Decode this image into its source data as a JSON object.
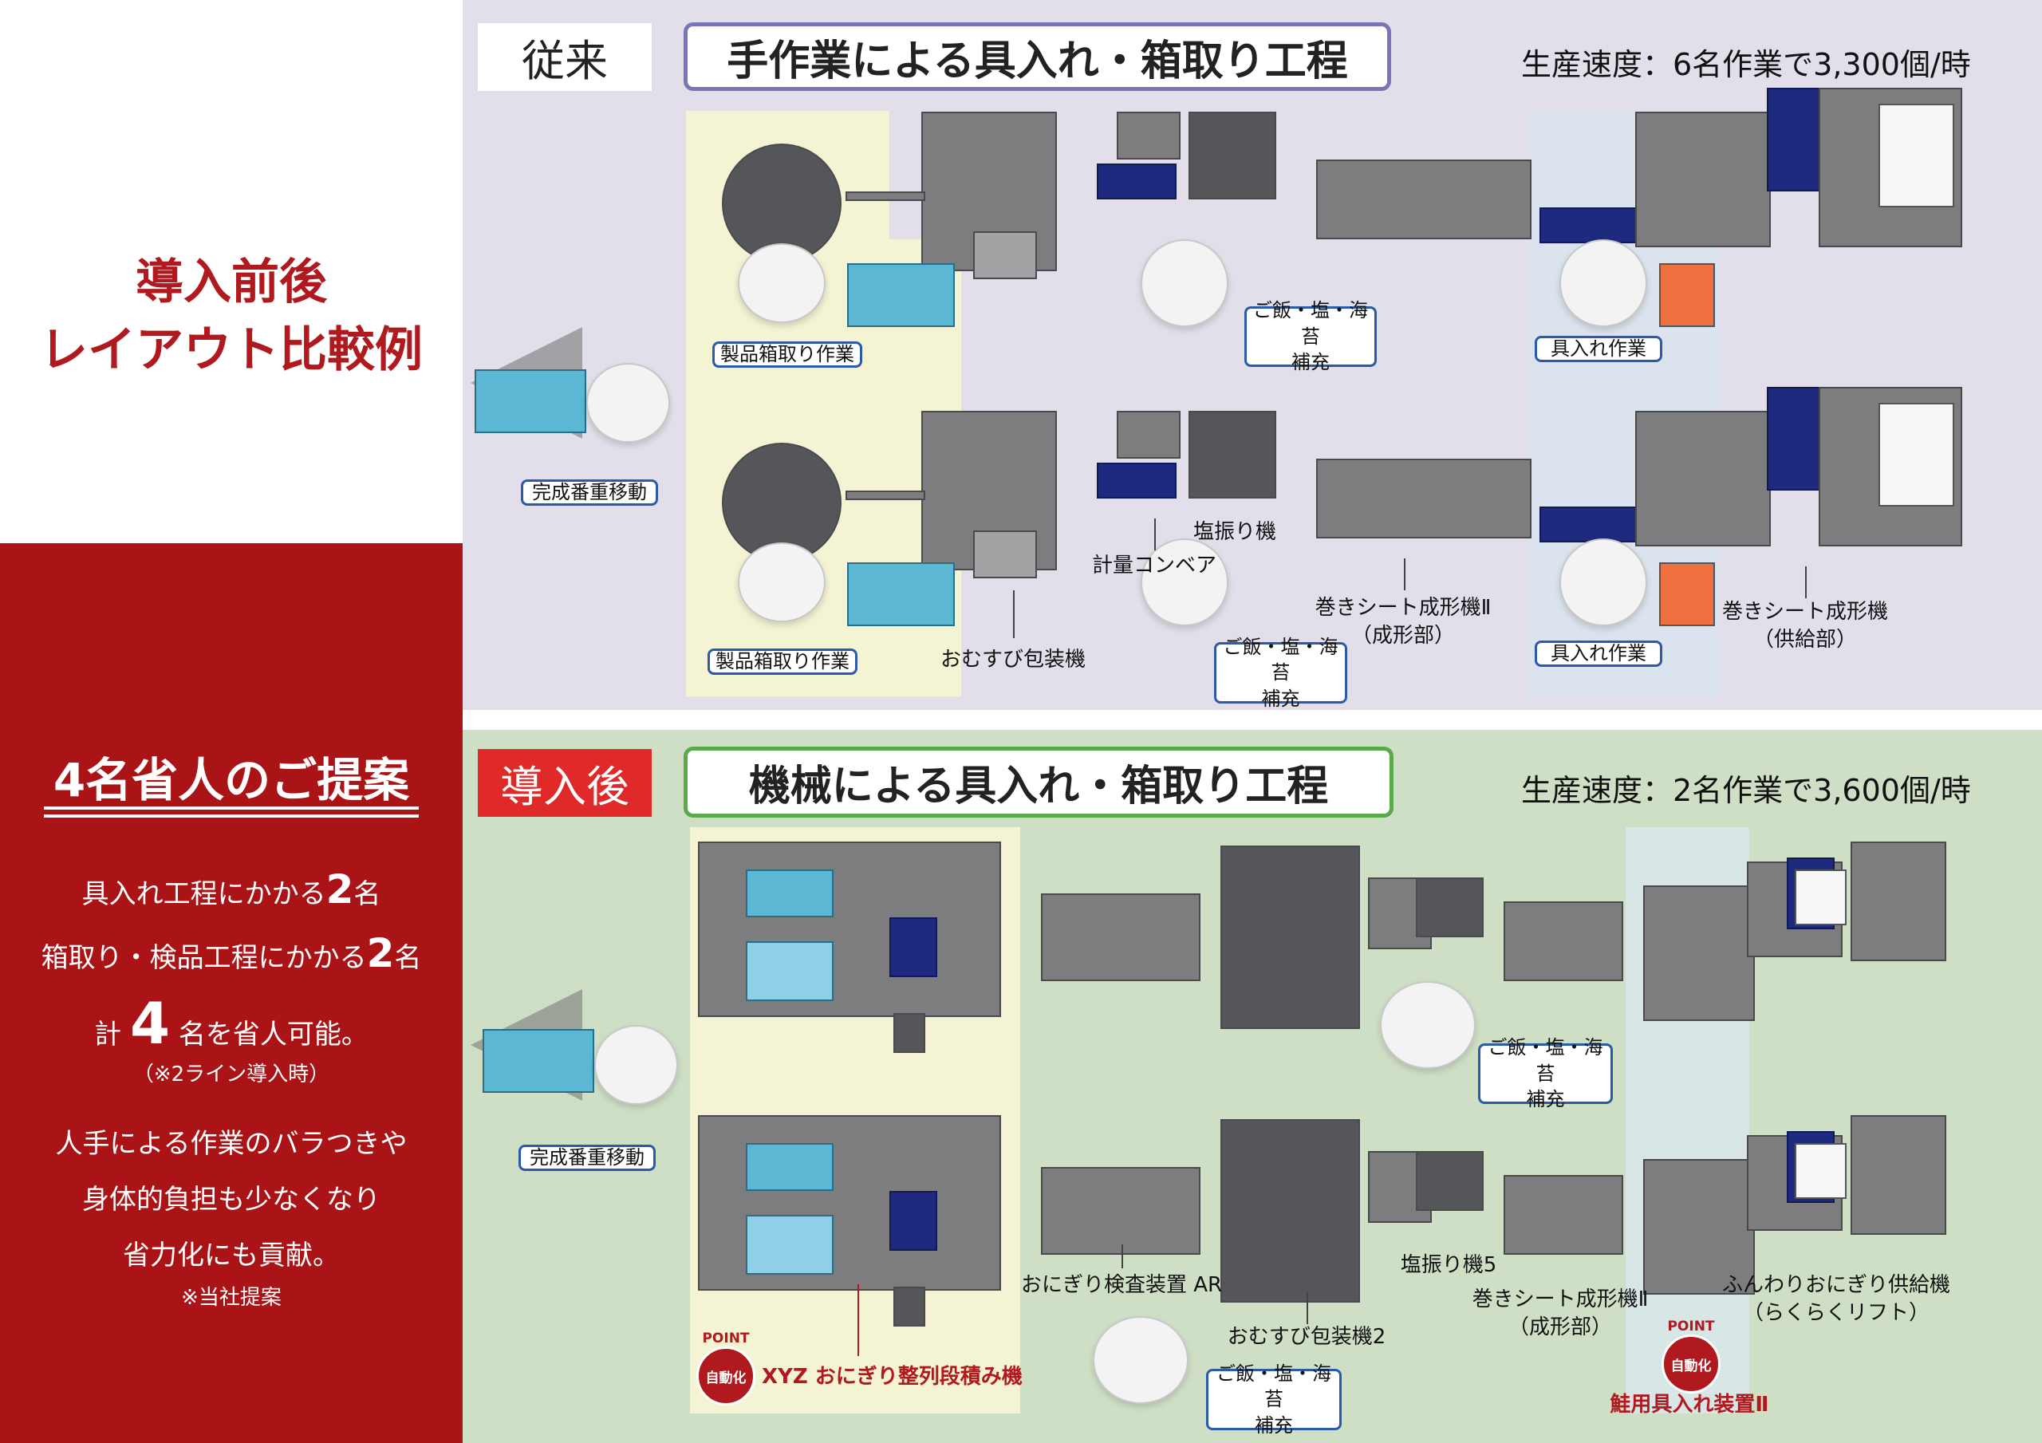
{
  "left": {
    "heading_lines": [
      "導入前後",
      "レイアウト比較例"
    ],
    "proposal_title": "4名省人のご提案",
    "line1_pre": "具入れ工程にかかる",
    "line1_num": "2",
    "line1_post": "名",
    "line2_pre": "箱取り・検品工程にかかる",
    "line2_num": "2",
    "line2_post": "名",
    "line3_pre": "計",
    "line3_num": "4",
    "line3_post": "名を省人可能。",
    "note1": "（※2ライン導入時）",
    "body_lines": [
      "人手による作業のバラつきや",
      "身体的負担も少なくなり",
      "省力化にも貢献。"
    ],
    "note2": "※当社提案"
  },
  "before": {
    "tag": "従来",
    "title": "手作業による具入れ・箱取り工程",
    "speed": "生産速度：6名作業で3,300個/時",
    "labels": {
      "boxing1": "製品箱取り作業",
      "boxing2": "製品箱取り作業",
      "move": "完成番重移動",
      "refill1_a": "ご飯・塩・海苔",
      "refill1_b": "補充",
      "refill2_a": "ご飯・塩・海苔",
      "refill2_b": "補充",
      "filling1": "具入れ作業",
      "filling2": "具入れ作業",
      "wrapper": "おむすび包装機",
      "conveyor": "計量コンベア",
      "salter": "塩振り機",
      "sheet_former_a": "巻きシート成形機Ⅱ",
      "sheet_former_b": "（成形部）",
      "sheet_supply_a": "巻きシート成形機",
      "sheet_supply_b": "（供給部）"
    }
  },
  "after": {
    "tag": "導入後",
    "title": "機械による具入れ・箱取り工程",
    "speed": "生産速度：2名作業で3,600個/時",
    "labels": {
      "move": "完成番重移動",
      "refill1_a": "ご飯・塩・海苔",
      "refill1_b": "補充",
      "refill2_a": "ご飯・塩・海苔",
      "refill2_b": "補充",
      "inspector": "おにぎり検査装置 AR",
      "salter": "塩振り機5",
      "sheet_former_a": "巻きシート成形機Ⅱ",
      "sheet_former_b": "（成形部）",
      "supplier_a": "ふんわりおにぎり供給機",
      "supplier_b": "（らくらくリフト）",
      "wrapper": "おむすび包装機2",
      "point_word": "POINT",
      "point_badge": "自動化",
      "stacker": "XYZ おにぎり整列段積み機",
      "salmon": "鮭用具入れ装置Ⅱ"
    }
  },
  "colors": {
    "brand_red": "#ab1416",
    "before_bg": "#e3dfea",
    "after_bg": "#cfdfc5",
    "before_border": "#7a74b8",
    "after_border": "#5aaa4a"
  }
}
